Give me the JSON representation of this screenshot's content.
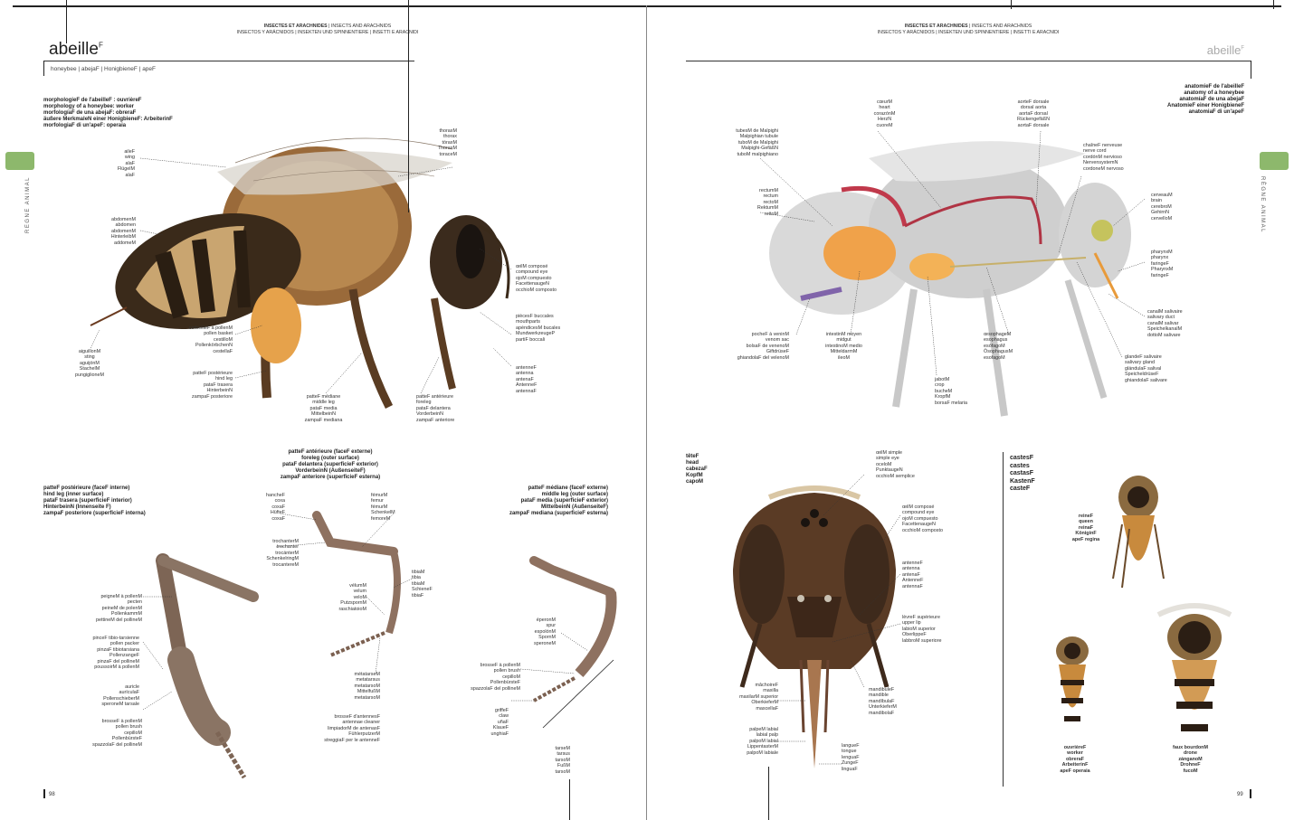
{
  "header": {
    "line1_bold": "INSECTES ET ARACHNIDES",
    "line1_rest": " | INSECTS AND ARACHNIDS",
    "line2": "INSECTOS Y ARÁCNIDOS | INSEKTEN UND SPINNENTIERE | INSETTI E ARACNIDI"
  },
  "left": {
    "title": "abeille",
    "title_sup": "F",
    "translations": "honeybee | abejaF | HonigbieneF | apeF",
    "side_tab": "RÈGNE ANIMAL",
    "page_number": "98",
    "morph_block": [
      "morphologieF de l'abeilleF : ouvrièreF",
      "morphology of a honeybee: worker",
      "morfologíaF de una abejaF: obreraF",
      "äußere MerkmaleN einer HonigbieneF: ArbeiterinF",
      "morfologiaF di un'apeF: operaia"
    ],
    "labels": {
      "wing": [
        "aileF",
        "wing",
        "alaF",
        "FlügelM",
        "alaF"
      ],
      "abdomen": [
        "abdomenM",
        "abdomen",
        "abdomenM",
        "HinterleibM",
        "addomeM"
      ],
      "thorax": [
        "thoraxM",
        "thorax",
        "tóraxM",
        "ThoraxM",
        "toraceM"
      ],
      "sting": [
        "aiguillonM",
        "sting",
        "aguijónM",
        "StachelM",
        "pungiglioneM"
      ],
      "pollen_basket": [
        "corbeilleF à pollenM",
        "pollen basket",
        "cestilloM",
        "PollenkörbchenN",
        "cestellaF"
      ],
      "hind_leg": [
        "patteF postérieure",
        "hind leg",
        "pataF trasera",
        "HinterbeinN",
        "zampaF posteriore"
      ],
      "middle_leg": [
        "patteF médiane",
        "middle leg",
        "pataF media",
        "MittelbeinN",
        "zampaF mediana"
      ],
      "foreleg": [
        "patteF antérieure",
        "foreleg",
        "pataF delantera",
        "VorderbeinN",
        "zampaF anteriore"
      ],
      "compound_eye": [
        "œilM composé",
        "compound eye",
        "ojoM compuesto",
        "FacettenaugeN",
        "occhioM composto"
      ],
      "mouthparts": [
        "piècesF buccales",
        "mouthparts",
        "apéndicesM bucales",
        "MundwerkzeugeP",
        "partiF boccali"
      ],
      "antenna": [
        "antenneF",
        "antenna",
        "antenaF",
        "AntenneF",
        "antennaF"
      ],
      "hind_leg_block": [
        "patteF postérieure (faceF interne)",
        "hind leg (inner surface)",
        "pataF trasera (superficieF interior)",
        "HinterbeinN (Innenseite F)",
        "zampaF posteriore (superficieF interna)"
      ],
      "foreleg_block": [
        "patteF antérieure (faceF externe)",
        "foreleg (outer surface)",
        "pataF delantera (superficieF exterior)",
        "VorderbeinN (AußenseiteF)",
        "zampaF anteriore (superficieF esterna)"
      ],
      "middle_leg_block": [
        "patteF médiane (faceF externe)",
        "middle leg (outer surface)",
        "pataF media (superficieF exterior)",
        "MittelbeinN (AußenseiteF)",
        "zampaF mediana (superficieF esterna)"
      ],
      "coxa": [
        "hancheF",
        "coxa",
        "coxaF",
        "HüfteF",
        "coxaF"
      ],
      "femur": [
        "fémurM",
        "femur",
        "fémurM",
        "SchenkelM",
        "femoreM"
      ],
      "trochanter": [
        "trochanterM",
        "trochanter",
        "trocánterM",
        "SchenkelringM",
        "trocantereM"
      ],
      "tibia": [
        "tibiaM",
        "tibia",
        "tibiaM",
        "SchieneF",
        "tibiaF"
      ],
      "velum": [
        "vélumM",
        "velum",
        "veloM",
        "PutzspornM",
        "raschiatoioM"
      ],
      "pecten": [
        "peigneM à pollenM",
        "pecten",
        "peineM de polenM",
        "PollenkammM",
        "pettineM del pollineM"
      ],
      "pollen_packer": [
        "pinceF tibio-tarsienne",
        "pollen packer",
        "pinzaF tibiotarsiana",
        "PollenzangeF",
        "pinzaF del pollineM",
        "poussoirM à pollenM"
      ],
      "auricle": [
        "auricle",
        "aurículaF",
        "PollenschieberM",
        "speroneM tarsale"
      ],
      "brush_hind": [
        "brosseF à pollenM",
        "pollen brush",
        "cepilloM",
        "PollenbürsteF",
        "spazzolaF del pollineM"
      ],
      "metatarsus": [
        "métatarseM",
        "metatarsus",
        "metatarsoM",
        "MittelfußM",
        "metatarsoM"
      ],
      "antenna_cleaner": [
        "brosseF d'antennesF",
        "antennae cleaner",
        "limpiadorM de antenasF",
        "FühlerputzerM",
        "streggiaF per le antenneF"
      ],
      "spur": [
        "éperonM",
        "spur",
        "espolónM",
        "SpornM",
        "speroneM"
      ],
      "brush_mid": [
        "brosseF à pollenM",
        "pollen brush",
        "cepilloM",
        "PollenbürsteF",
        "spazzolaF del pollineM"
      ],
      "claw": [
        "griffeF",
        "claw",
        "uñaF",
        "KlaueF",
        "unghiaF"
      ],
      "tarsus": [
        "tarseM",
        "tarsus",
        "tarsoM",
        "FußM",
        "tarsoM"
      ]
    }
  },
  "right": {
    "title": "abeille",
    "title_sup": "F",
    "side_tab": "RÈGNE ANIMAL",
    "page_number": "99",
    "anatomy_block": [
      "anatomieF de l'abeilleF",
      "anatomy of a honeybee",
      "anatomíaF de una abejaF",
      "AnatomieF einer HonigbieneF",
      "anatomiaF di un'apeF"
    ],
    "labels": {
      "heart": [
        "cœurM",
        "heart",
        "corazónM",
        "HerzN",
        "cuoreM"
      ],
      "aorta": [
        "aorteF dorsale",
        "dorsal aorta",
        "aortaF dorsal",
        "RückengefäßN",
        "aortaF dorsale"
      ],
      "malpighi": [
        "tubesM de Malpighi",
        "Malpighian tubule",
        "tuboM de Malpighi",
        "Malpighi-GefäßN",
        "tuboM malpighiano"
      ],
      "nerve_cord": [
        "chaîneF nerveuse",
        "nerve cord",
        "cordónM nervioso",
        "NervensystemN",
        "cordoneM nervoso"
      ],
      "rectum": [
        "rectumM",
        "rectum",
        "rectoM",
        "RektumM",
        "rettoM"
      ],
      "brain": [
        "cerveauM",
        "brain",
        "cerebroM",
        "GehirnN",
        "cervelloM"
      ],
      "pharynx": [
        "pharynxM",
        "pharynx",
        "faringeF",
        "PharynxM",
        "faringeF"
      ],
      "salivary_duct": [
        "canalM salivaire",
        "salivary duct",
        "canalM salivar",
        "SpeichelkanalM",
        "dottoM salivare"
      ],
      "venom_sac": [
        "pocheF à veninM",
        "venom sac",
        "bolsaF de venenoM",
        "GiftdrüseF",
        "ghiandolaF del velenoM"
      ],
      "midgut": [
        "intestinM moyen",
        "midgut",
        "intestinoM medio",
        "MitteldarmM",
        "ileoM"
      ],
      "esophagus": [
        "œsophageM",
        "esophagus",
        "esófagoM",
        "ÖsophagusM",
        "esofagoM"
      ],
      "salivary_gland": [
        "glandeF salivaire",
        "salivary gland",
        "glándulaF salival",
        "SpeicheldrüseF",
        "ghiandolaF salivare"
      ],
      "crop": [
        "jabotM",
        "crop",
        "bucheM",
        "KropfM",
        "borsaF melaria"
      ],
      "head_block": [
        "têteF",
        "head",
        "cabezaF",
        "KopfM",
        "capoM"
      ],
      "simple_eye": [
        "œilM simple",
        "simple eye",
        "oceloM",
        "PunktaugeN",
        "occhioM semplice"
      ],
      "compound_eye": [
        "œilM composé",
        "compound eye",
        "ojoM compuesto",
        "FacettenaugeN",
        "occhioM composto"
      ],
      "antenna": [
        "antenneF",
        "antenna",
        "antenaF",
        "AntenneF",
        "antennaF"
      ],
      "upper_lip": [
        "lèvreF supérieure",
        "upper lip",
        "labioM superior",
        "OberlippeF",
        "labbroM superiore"
      ],
      "maxilla": [
        "mâchoireF",
        "maxilla",
        "maxilarM superior",
        "OberkieferM",
        "mascellaF"
      ],
      "mandible": [
        "mandibuleF",
        "mandible",
        "mandíbulaF",
        "UnterkieferM",
        "mandibolaF"
      ],
      "labial_palp": [
        "palpeM labial",
        "labial palp",
        "palpoM labial",
        "LippentasterM",
        "palpoM labiale"
      ],
      "tongue": [
        "langueF",
        "tongue",
        "lenguaF",
        "ZungeF",
        "linguaF"
      ],
      "castes_block": [
        "castesF",
        "castes",
        "castasF",
        "KastenF",
        "casteF"
      ],
      "queen": [
        "reineF",
        "queen",
        "reinaF",
        "KöniginF",
        "apeF regina"
      ],
      "worker": [
        "ouvrièreF",
        "worker",
        "obreraF",
        "ArbeiterinF",
        "apeF operaia"
      ],
      "drone": [
        "faux bourdonM",
        "drone",
        "zánganoM",
        "DrohneF",
        "fucoM"
      ]
    }
  },
  "colors": {
    "tab_green": "#8db86c",
    "rule": "#222222",
    "text": "#333333"
  }
}
